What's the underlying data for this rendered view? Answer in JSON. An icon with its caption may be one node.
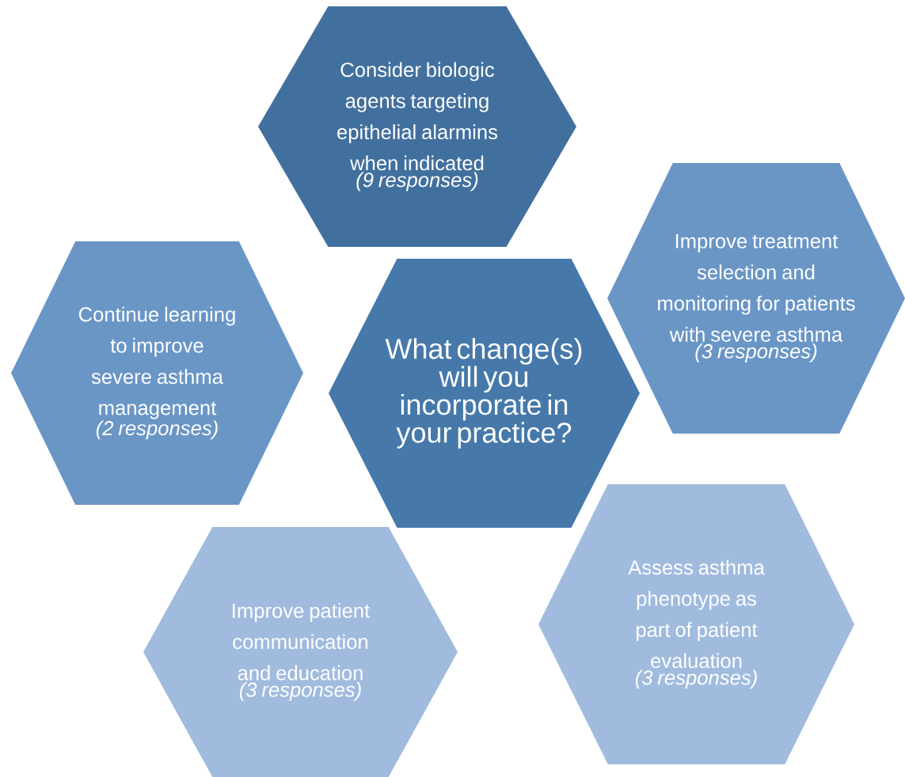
{
  "diagram": {
    "nodes": [
      {
        "text": [
          "What change(s) will you incorporate in your practice?"
        ]
      },
      {
        "text": [
          "Consider biologic agents targeting epithelial alarmins when indicated",
          "(9 responses)"
        ]
      },
      {
        "text": [
          "Improve treatment selection and monitoring for patients with severe asthma",
          "(3 responses)"
        ]
      },
      {
        "text": [
          "Continue learning to improve severe asthma management",
          "(2 responses)"
        ]
      },
      {
        "text": [
          "Improve patient communication and education",
          "(3 responses)"
        ]
      },
      {
        "text": [
          "Assess asthma phenotype as part of patient evaluation",
          "(3 responses)"
        ]
      }
    ]
  }
}
